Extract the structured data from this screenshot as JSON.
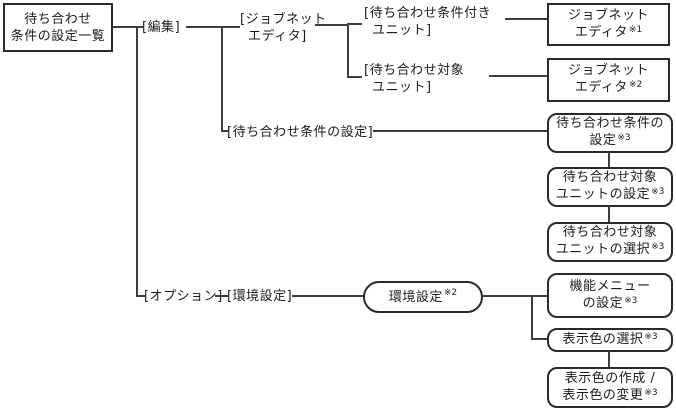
{
  "colors": {
    "line": "#3d3d3d",
    "box_border": "#2a2a2a",
    "text": "#1c1c1c",
    "background": "#ffffff"
  },
  "diagram": {
    "root": {
      "line1": "待ち合わせ",
      "line2": "条件の設定一覧"
    },
    "menus": {
      "edit": "[編集]",
      "option": "[オプション]",
      "env": "[環境設定]",
      "jobnet_editor": {
        "line1": "[ジョブネット",
        "line2": "エディタ]"
      },
      "wait_cond_unit": {
        "line1": "[待ち合わせ条件付き",
        "line2": "ユニット]"
      },
      "wait_target_unit": {
        "line1": "[待ち合わせ対象",
        "line2": "ユニット]"
      },
      "wait_cond_setting": "[待ち合わせ条件の設定]"
    },
    "windows": {
      "jobnet_editor1": {
        "line1": "ジョブネット",
        "line2": "エディタ",
        "note": "※1"
      },
      "jobnet_editor2": {
        "line1": "ジョブネット",
        "line2": "エディタ",
        "note": "※2"
      },
      "env_setting": {
        "text": "環境設定",
        "note": "※2"
      },
      "wait_cond_setting": {
        "line1": "待ち合わせ条件の",
        "line2": "設定",
        "note": "※3"
      },
      "wait_target_setting": {
        "line1": "待ち合わせ対象",
        "line2": "ユニットの設定",
        "note": "※3"
      },
      "wait_target_select": {
        "line1": "待ち合わせ対象",
        "line2": "ユニットの選択",
        "note": "※3"
      },
      "func_menu_setting": {
        "line1": "機能メニュー",
        "line2": "の設定",
        "note": "※3"
      },
      "color_select": {
        "text": "表示色の選択",
        "note": "※3"
      },
      "color_create": {
        "line1": "表示色の作成 /",
        "line2": "表示色の変更",
        "note": "※3"
      }
    }
  }
}
